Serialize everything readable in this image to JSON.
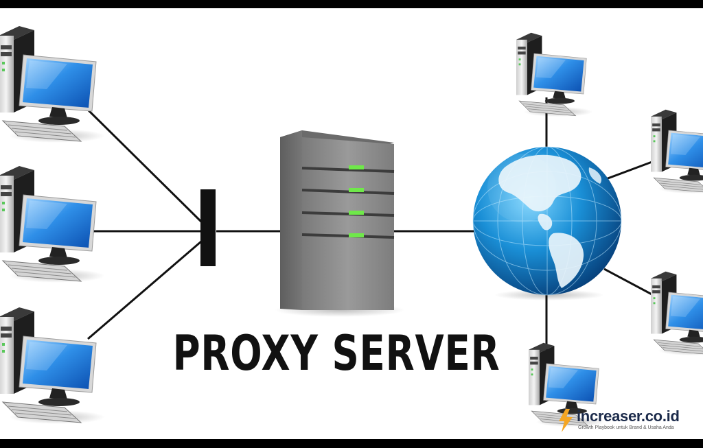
{
  "diagram": {
    "caption": "PROXY SERVER",
    "left_clients": [
      "desktop-computer",
      "desktop-computer",
      "desktop-computer"
    ],
    "right_clients": [
      "desktop-computer",
      "desktop-computer",
      "desktop-computer",
      "desktop-computer"
    ],
    "hub": "network-switch",
    "server": "server-tower",
    "internet": "globe",
    "colors": {
      "line": "#111111",
      "server_body": "#8a8a8a",
      "server_led": "#6fe84a",
      "monitor_screen": "#2f8fe8",
      "globe_ocean": "#1a8fd6",
      "globe_land": "#e8f4fb"
    }
  },
  "watermark": {
    "name": "increaser.co.id",
    "tagline": "Growth Playbook untuk Brand & Usaha Anda",
    "accent": "#f5a623"
  }
}
